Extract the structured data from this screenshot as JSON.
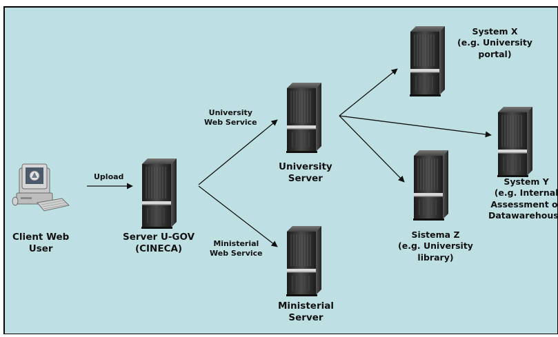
{
  "diagram": {
    "background": "#bfe0e3",
    "border_color": "#000000",
    "server_color": "#2b2b2b",
    "nodes": {
      "client": [
        "Client Web",
        "User"
      ],
      "server_ugov": [
        "Server U-GOV",
        "(CINECA)"
      ],
      "university_server": [
        "University",
        "Server"
      ],
      "ministerial_server": [
        "Ministerial",
        "Server"
      ],
      "system_x": [
        "System X",
        "(e.g. University",
        "portal)"
      ],
      "system_y": [
        "System Y",
        "(e.g. Internal",
        "Assessment or",
        "Datawarehouse"
      ],
      "sistema_z": [
        "Sistema Z",
        "(e.g. University",
        "library)"
      ]
    },
    "edges": {
      "upload": "Upload",
      "university_ws": [
        "University",
        "Web Service"
      ],
      "ministerial_ws": [
        "Ministerial",
        "Web Service"
      ]
    }
  }
}
